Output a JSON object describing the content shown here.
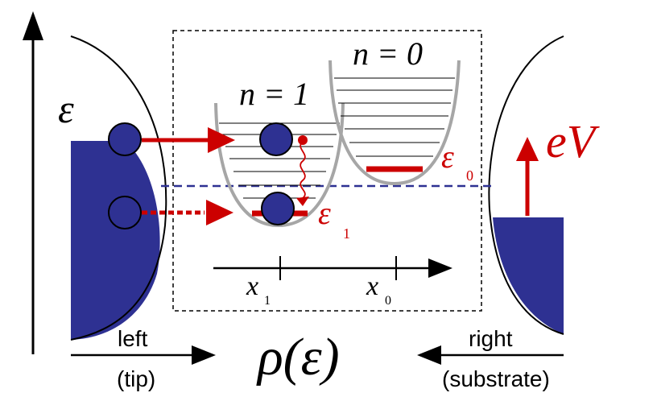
{
  "colors": {
    "electron_blue": "#2e3192",
    "arrow_red": "#cc0000",
    "parabola_gray": "#a6a6a6",
    "dashed_blue": "#2e3192",
    "black": "#000000"
  },
  "labels": {
    "energy_axis": "ε",
    "state_n1": "n = 1",
    "state_n0": "n = 0",
    "epsilon_1": "ε",
    "epsilon_1_sub": "1",
    "epsilon_0": "ε",
    "epsilon_0_sub": "0",
    "bias": "eV",
    "x1": "x",
    "x1_sub": "1",
    "x0": "x",
    "x0_sub": "0",
    "left_line1": "left",
    "left_line2": "(tip)",
    "right_line1": "right",
    "right_line2": "(substrate)",
    "density_of_states": "ρ(ε)"
  },
  "icons": [
    "vertical-energy-arrow-icon",
    "horizontal-coordinate-arrow-icon",
    "electron-circle-icon",
    "wavy-relaxation-arrow-icon"
  ]
}
